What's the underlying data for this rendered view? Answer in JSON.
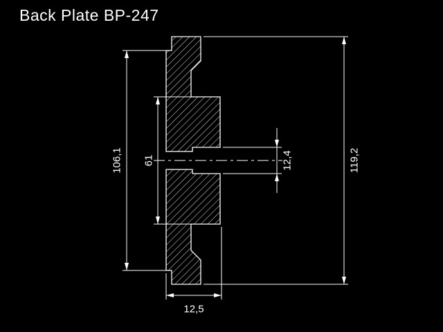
{
  "title": "Back Plate BP-247",
  "colors": {
    "background": "#000000",
    "line": "#ffffff"
  },
  "dimensions": {
    "back_face_diameter": "106,1",
    "hub_diameter": "61",
    "bore_diameter": "12,4",
    "outer_diameter": "119,2",
    "plate_thickness": "12,5"
  }
}
